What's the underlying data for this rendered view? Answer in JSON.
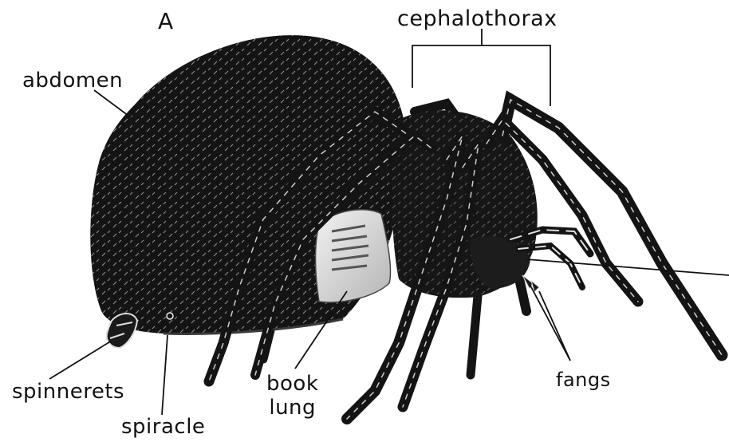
{
  "figure_letter": "A",
  "labels": {
    "cephalothorax": "cephalothorax",
    "abdomen": "abdomen",
    "spinnerets": "spinnerets",
    "spiracle": "spiracle",
    "book_lung_line1": "book",
    "book_lung_line2": "lung",
    "fangs": "fangs"
  },
  "colors": {
    "body": "#141414",
    "ink": "#111111",
    "hair": "#e8e8e8",
    "book_lung": "#d9d9d9"
  }
}
